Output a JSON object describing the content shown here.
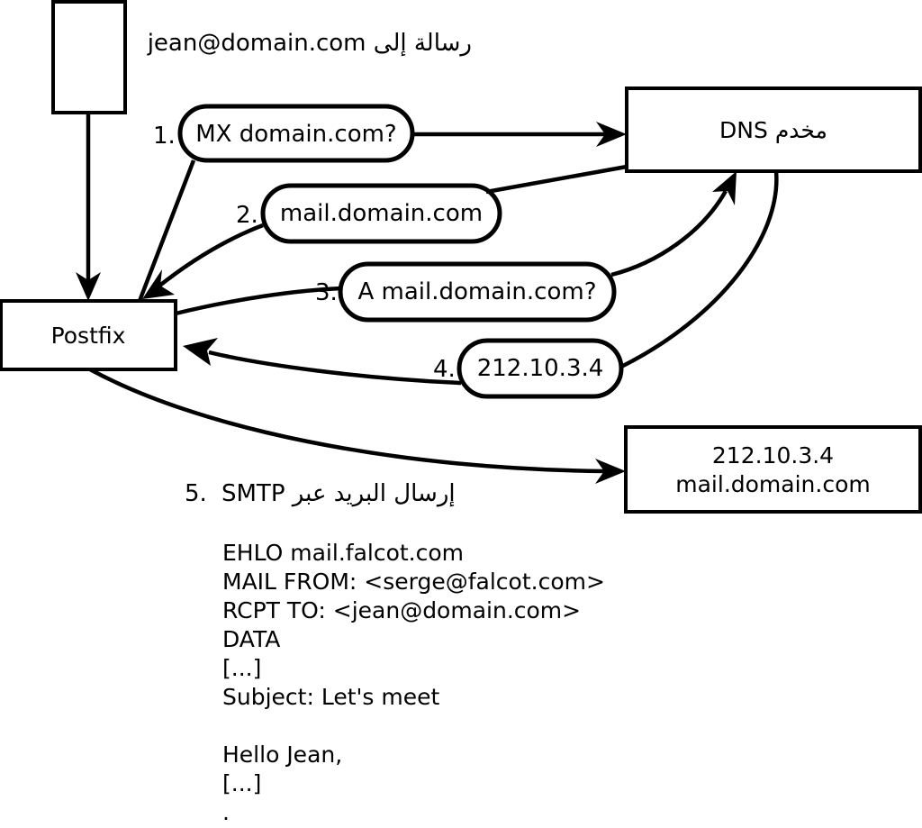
{
  "diagram": {
    "title_text": "رسالة إلى jean@domain.com",
    "nodes": {
      "client_box": {
        "label": ""
      },
      "postfix_box": {
        "label": "Postfix"
      },
      "dns_box": {
        "label": "مخدم DNS"
      },
      "target_box": {
        "line1": "212.10.3.4",
        "line2": "mail.domain.com"
      }
    },
    "steps": [
      {
        "num": "1.",
        "label": "MX domain.com?"
      },
      {
        "num": "2.",
        "label": "mail.domain.com"
      },
      {
        "num": "3.",
        "label": "A mail.domain.com?"
      },
      {
        "num": "4.",
        "label": "212.10.3.4"
      }
    ],
    "step5": {
      "num": "5.",
      "label": "إرسال البريد عبر SMTP"
    },
    "transcript": [
      "EHLO mail.falcot.com",
      "MAIL FROM: <serge@falcot.com>",
      "RCPT TO: <jean@domain.com>",
      "DATA",
      "[...]",
      "Subject: Let's meet",
      "",
      "Hello Jean,",
      "[...]",
      "."
    ],
    "colors": {
      "stroke": "#000000",
      "fill": "#ffffff",
      "text": "#000000"
    }
  }
}
